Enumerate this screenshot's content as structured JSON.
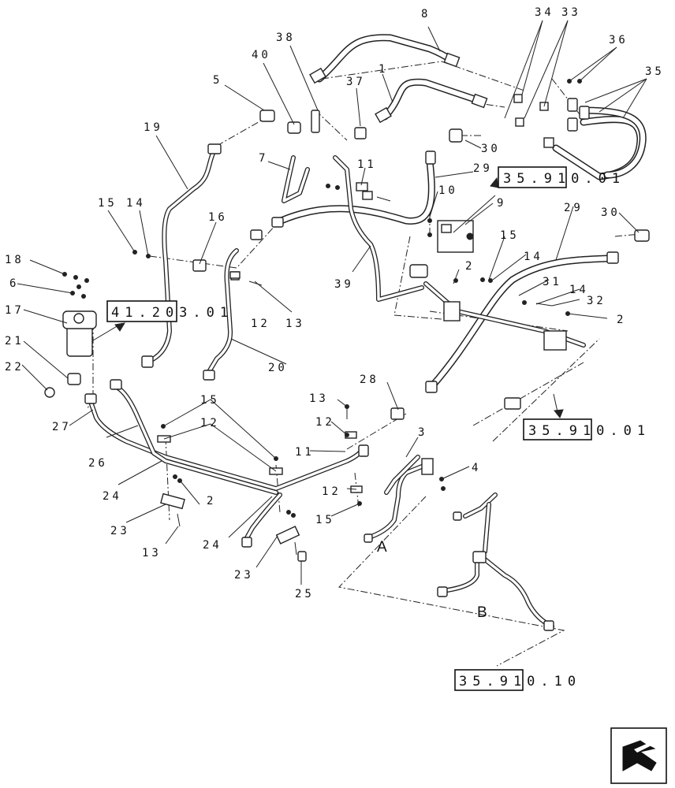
{
  "callouts": {
    "c8": "8",
    "c34": "34",
    "c33": "33",
    "c36": "36",
    "c35": "35",
    "c38": "38",
    "c40": "40",
    "c5": "5",
    "c37": "37",
    "c1": "1",
    "c19": "19",
    "c7": "7",
    "c11a": "11",
    "c30a": "30",
    "c29a": "29",
    "c10": "10",
    "c9": "9",
    "c15a": "15",
    "c14a": "14",
    "c16": "16",
    "c18": "18",
    "c6": "6",
    "c17": "17",
    "c21": "21",
    "c22": "22",
    "c12a": "12",
    "c13a": "13",
    "c20": "20",
    "c39": "39",
    "c2a": "2",
    "c29b": "29",
    "c30b": "30",
    "c15b": "15",
    "c14b": "14",
    "c31": "31",
    "c14c": "14",
    "c32": "32",
    "c2b": "2",
    "c28": "28",
    "c13b": "13",
    "c12b": "12",
    "c11b": "11",
    "c15c": "15",
    "c12c": "12",
    "c27": "27",
    "c26": "26",
    "c24a": "24",
    "c2c": "2",
    "c23a": "23",
    "c13c": "13",
    "c12d": "12",
    "c15d": "15",
    "c3": "3",
    "c4": "4",
    "c24b": "24",
    "c23b": "23",
    "c25": "25"
  },
  "refs": {
    "r1": "35.910.01",
    "r2": "41.203.01",
    "r3": "35.910.01",
    "r4": "35.910.10"
  },
  "views": {
    "a": "A",
    "b": "B"
  },
  "nav_icon": "next-page-arrow-icon"
}
